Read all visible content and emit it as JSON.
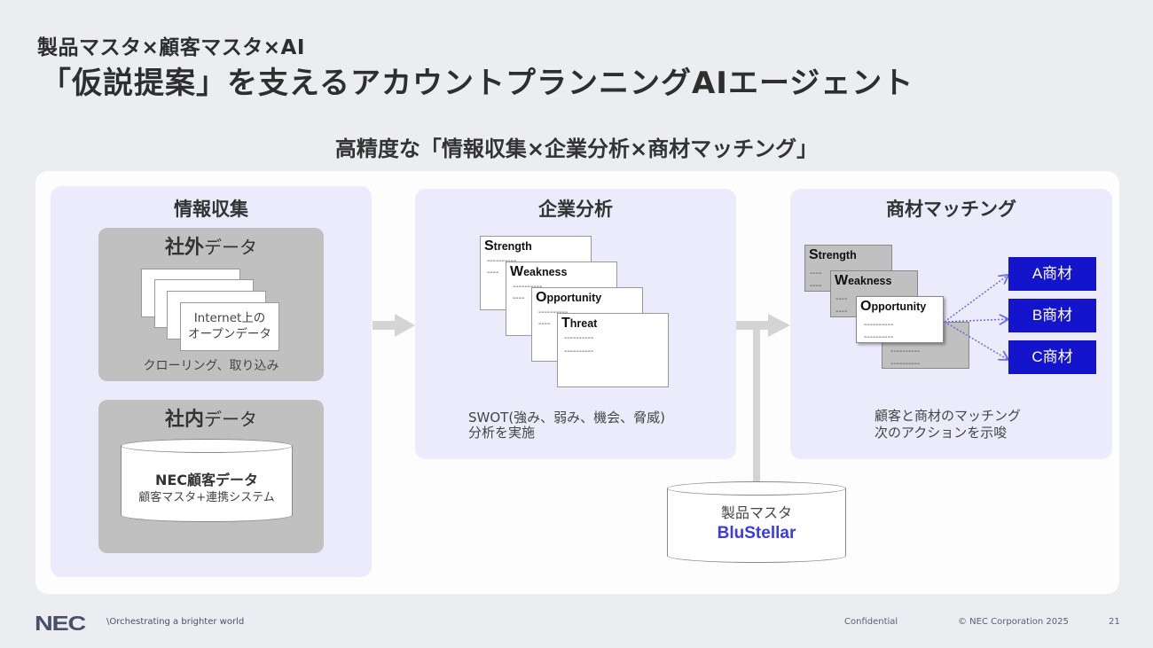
{
  "header": {
    "subtitle": "製品マスタ×顧客マスタ×AI",
    "title": "「仮説提案」を支えるアカウントプランニングAIエージェント",
    "tagline": "高精度な「情報収集×企業分析×商材マッチング」"
  },
  "info_collection": {
    "title": "情報収集",
    "external": {
      "title_bold": "社外",
      "title_rest": "データ",
      "doc_line1": "Internet上の",
      "doc_line2": "オープンデータ",
      "caption": "クローリング、取り込み"
    },
    "internal": {
      "title_bold": "社内",
      "title_rest": "データ",
      "db_title": "NEC顧客データ",
      "db_subtitle": "顧客マスタ+連携システム"
    }
  },
  "company_analysis": {
    "title": "企業分析",
    "cards": [
      {
        "cap": "S",
        "rest": "trength"
      },
      {
        "cap": "W",
        "rest": "eakness"
      },
      {
        "cap": "O",
        "rest": "pportunity"
      },
      {
        "cap": "T",
        "rest": "hreat"
      }
    ],
    "dash_line": "----------",
    "dash_short": "----",
    "caption_line1": "SWOT(強み、弱み、機会、脅威)",
    "caption_line2": "分析を実施"
  },
  "matching": {
    "title": "商材マッチング",
    "cards": [
      {
        "cap": "S",
        "rest": "trength"
      },
      {
        "cap": "W",
        "rest": "eakness"
      },
      {
        "cap": "O",
        "rest": "pportunity"
      }
    ],
    "products": [
      "A商材",
      "B商材",
      "C商材"
    ],
    "product_color": "#1414cc",
    "caption_line1": "顧客と商材のマッチング",
    "caption_line2": "次のアクションを示唆"
  },
  "product_master": {
    "title": "製品マスタ",
    "brand": "BluStellar"
  },
  "footer": {
    "logo": "NEC",
    "tagline": "\\Orchestrating a brighter world",
    "confidential": "Confidential",
    "copyright": "© NEC Corporation 2025",
    "page": "21"
  }
}
